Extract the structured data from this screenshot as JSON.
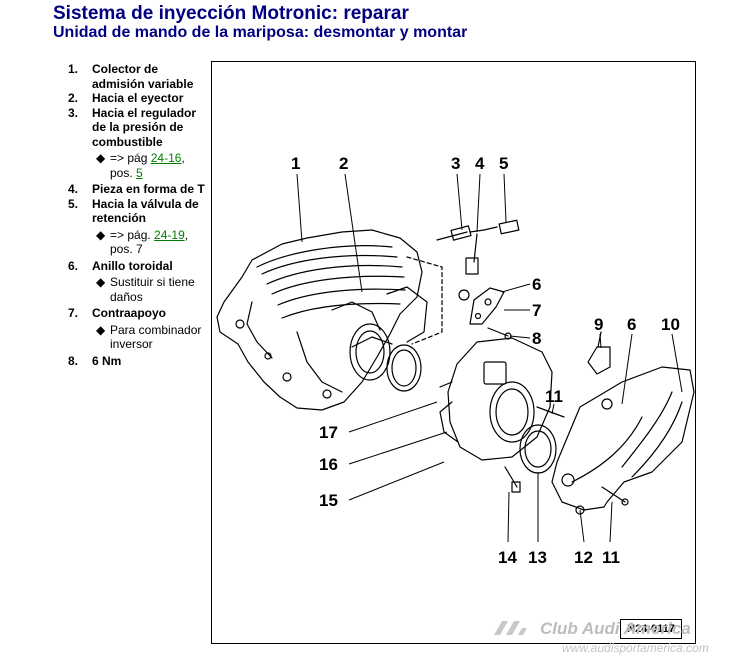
{
  "header": {
    "title": "Sistema de inyección Motronic: reparar",
    "subtitle": "Unidad de mando de la mariposa: desmontar y montar"
  },
  "legend": {
    "items": [
      {
        "num": "1.",
        "text": "Colector de admisión variable"
      },
      {
        "num": "2.",
        "text": "Hacia el eyector"
      },
      {
        "num": "3.",
        "text": "Hacia el regulador de la presión de combustible",
        "sub": {
          "prefix": "=> pág ",
          "link": "24-16",
          "mid": ", pos. ",
          "link2": "5"
        }
      },
      {
        "num": "4.",
        "text": "Pieza en forma de T"
      },
      {
        "num": "5.",
        "text": "Hacia la válvula de retención",
        "sub": {
          "prefix": "=> pág. ",
          "link": "24-19",
          "mid": ", pos. 7"
        }
      },
      {
        "num": "6.",
        "text": "Anillo toroidal",
        "sub": {
          "text": "Sustituir si tiene daños"
        }
      },
      {
        "num": "7.",
        "text": "Contraapoyo",
        "sub": {
          "text": "Para combinador inversor"
        }
      },
      {
        "num": "8.",
        "text": "6 Nm"
      }
    ]
  },
  "figure": {
    "callouts": [
      "1",
      "2",
      "3",
      "4",
      "5",
      "6",
      "7",
      "8",
      "9",
      "6",
      "10",
      "11",
      "17",
      "16",
      "15",
      "14",
      "13",
      "12",
      "11"
    ],
    "code": "N24-0117"
  },
  "watermark": {
    "name": "Club Audi America",
    "url": "www.audisportamerica.com"
  }
}
